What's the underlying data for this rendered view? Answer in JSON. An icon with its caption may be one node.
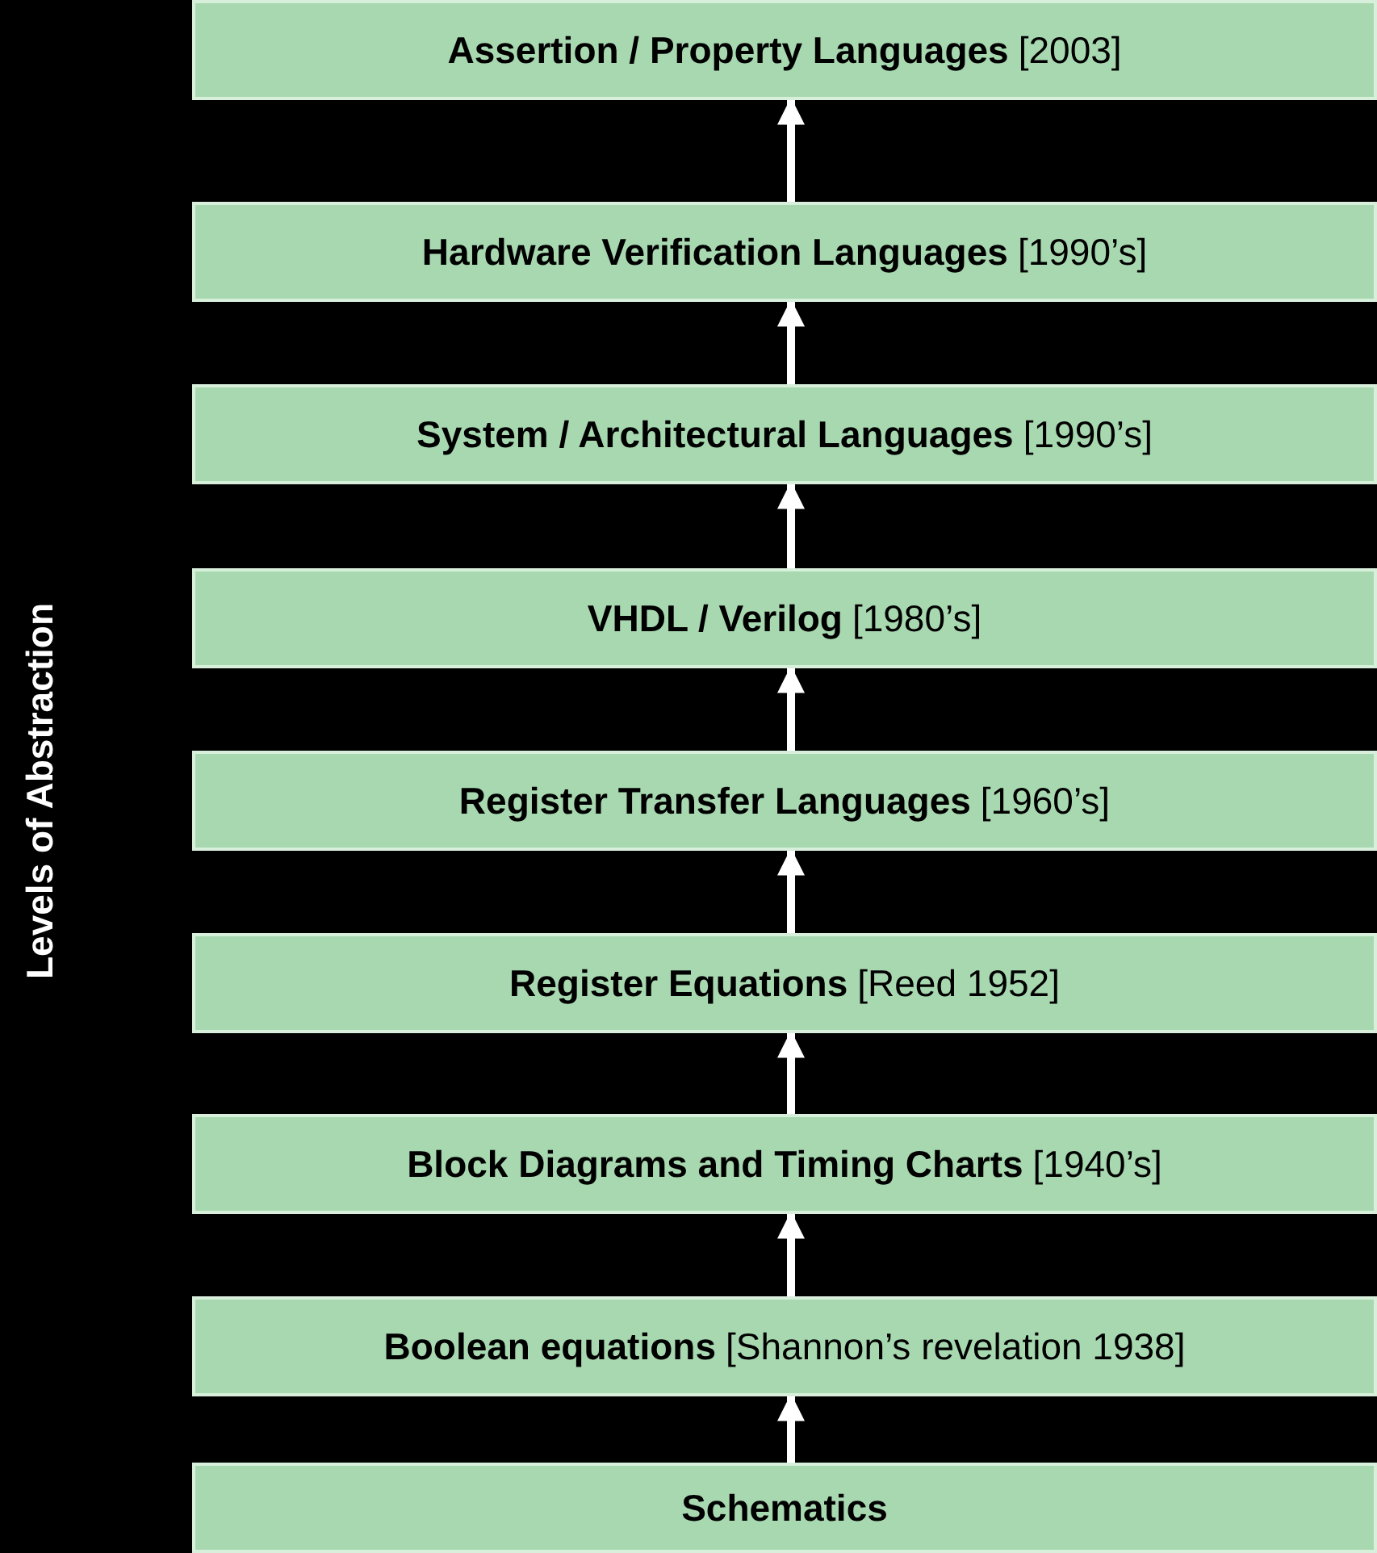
{
  "diagram": {
    "nodes": [
      {
        "text": [
          "Assertion / Property Languages",
          "[2003]"
        ]
      },
      {
        "text": [
          "Hardware Verification Languages",
          "[1990’s]"
        ]
      },
      {
        "text": [
          "System / Architectural Languages",
          "[1990’s]"
        ]
      },
      {
        "text": [
          "VHDL / Verilog",
          "[1980’s]"
        ]
      },
      {
        "text": [
          "Register Transfer Languages",
          "[1960’s]"
        ]
      },
      {
        "text": [
          "Register Equations",
          "[Reed 1952]"
        ]
      },
      {
        "text": [
          "Block Diagrams and Timing Charts",
          "[1940’s]"
        ]
      },
      {
        "text": [
          "Boolean equations",
          "[Shannon’s revelation 1938]"
        ]
      },
      {
        "text": [
          "Schematics"
        ]
      }
    ],
    "edges": [
      {
        "from": 1,
        "to": 0,
        "arrow": "to"
      },
      {
        "from": 2,
        "to": 1,
        "arrow": "to"
      },
      {
        "from": 3,
        "to": 2,
        "arrow": "to"
      },
      {
        "from": 4,
        "to": 3,
        "arrow": "to"
      },
      {
        "from": 5,
        "to": 4,
        "arrow": "to"
      },
      {
        "from": 6,
        "to": 5,
        "arrow": "to"
      },
      {
        "from": 7,
        "to": 6,
        "arrow": "to"
      },
      {
        "from": 8,
        "to": 7,
        "arrow": "to"
      }
    ],
    "labels": [
      "Levels of Abstraction"
    ]
  }
}
